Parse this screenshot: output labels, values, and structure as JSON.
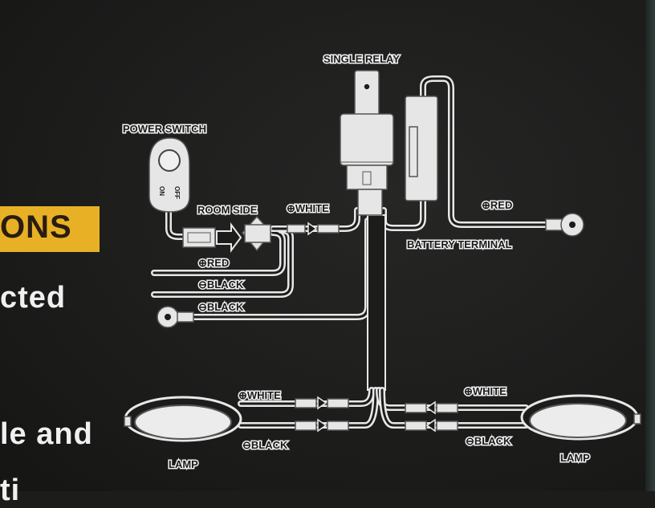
{
  "banner": {
    "text": "ONS",
    "color": "#e8b125"
  },
  "side_text": {
    "line1": "cted",
    "line2": "le and",
    "line3": "ti"
  },
  "diagram": {
    "power_switch": {
      "label": "POWER SWITCH",
      "on_text": "ON",
      "off_text": "OFF"
    },
    "single_relay": {
      "label": "SINGLE RELAY"
    },
    "room_side": {
      "label": "ROOM SIDE"
    },
    "relay_white": {
      "label": "⊕WHITE"
    },
    "battery_red": {
      "label": "⊕RED"
    },
    "battery_terminal": {
      "label": "BATTERY TERMINAL"
    },
    "switch_red": {
      "label": "⊕RED"
    },
    "switch_black": {
      "label": "⊖BLACK"
    },
    "ground_black": {
      "label": "⊖BLACK"
    },
    "left_lamp": {
      "label": "LAMP",
      "white_label": "⊕WHITE",
      "black_label": "⊖BLACK"
    },
    "right_lamp": {
      "label": "LAMP",
      "white_label": "⊕WHITE",
      "black_label": "⊖BLACK"
    }
  },
  "colors": {
    "background": "#1c1c1b",
    "line": "#e8e8e8",
    "banner": "#e8b125"
  }
}
